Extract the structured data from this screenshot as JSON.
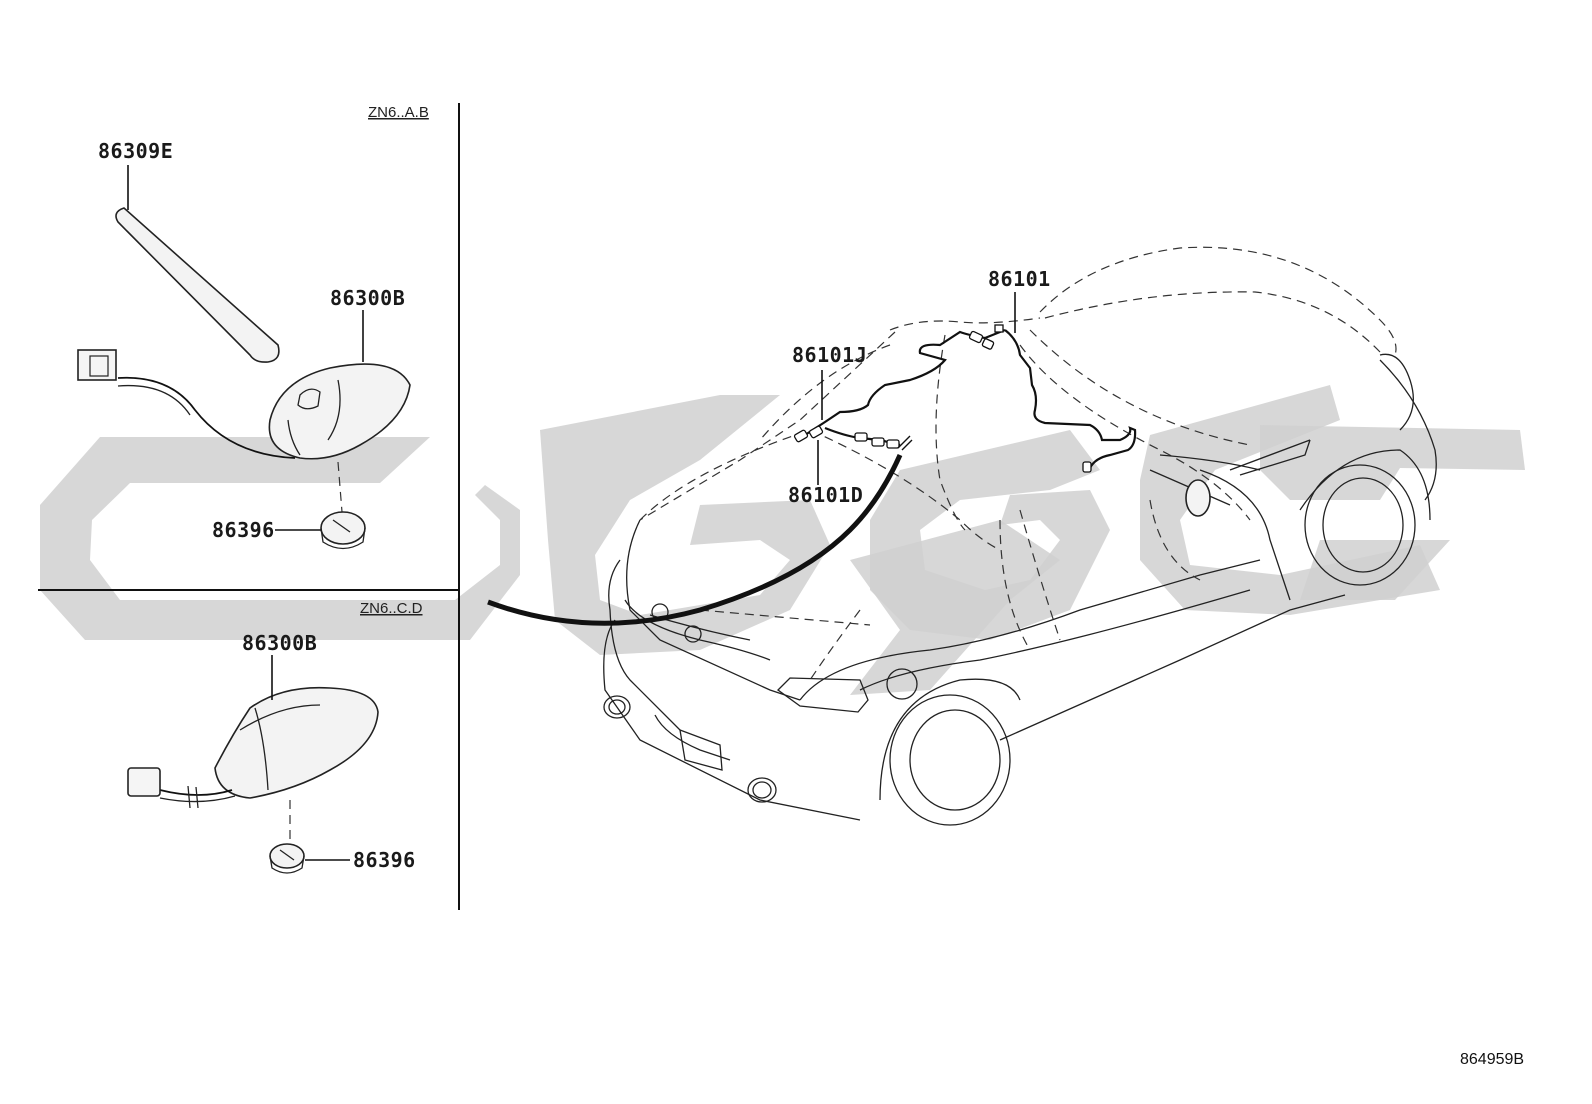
{
  "diagram": {
    "reference_code": "864959B",
    "variants": {
      "upper": "ZN6..A.B",
      "lower": "ZN6..C.D"
    },
    "parts": {
      "rod_antenna": "86309E",
      "antenna_base_upper": "86300B",
      "pad_upper": "86396",
      "antenna_base_lower": "86300B",
      "pad_lower": "86396",
      "cord_main": "86101",
      "cord_j": "86101J",
      "cord_d": "86101D"
    }
  }
}
